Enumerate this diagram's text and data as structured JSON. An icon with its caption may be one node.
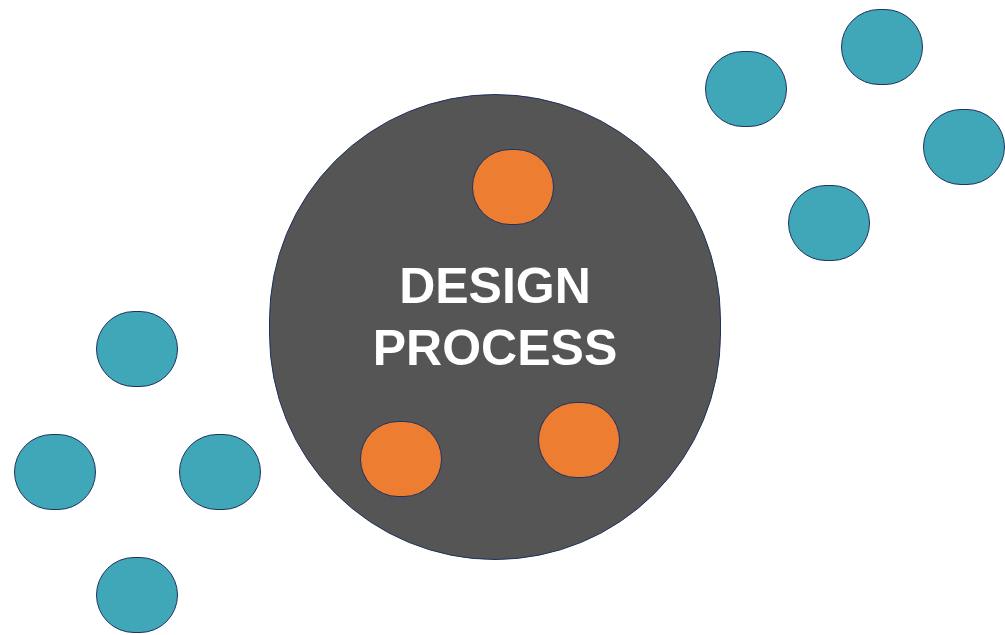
{
  "diagram": {
    "nodes": [
      {
        "text": [
          "DESIGN PROCESS"
        ]
      },
      {
        "text": [],
        "shape": "circle",
        "in": 0
      },
      {
        "text": [],
        "shape": "circle",
        "in": 0
      },
      {
        "text": [],
        "shape": "circle",
        "in": 0
      },
      {
        "text": [],
        "shape": "circle"
      },
      {
        "text": [],
        "shape": "circle"
      },
      {
        "text": [],
        "shape": "circle"
      },
      {
        "text": [],
        "shape": "circle"
      },
      {
        "text": [],
        "shape": "circle"
      },
      {
        "text": [],
        "shape": "circle"
      },
      {
        "text": [],
        "shape": "circle"
      },
      {
        "text": [],
        "shape": "circle"
      }
    ]
  }
}
